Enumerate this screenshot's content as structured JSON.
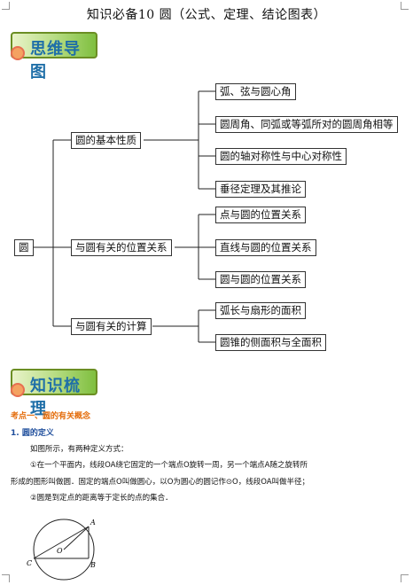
{
  "title": "知识必备10 圆（公式、定理、结论图表）",
  "banner1": "思维导图",
  "banner2": "知识梳理",
  "mindmap": {
    "root": "圆",
    "branches": [
      {
        "label": "圆的基本性质",
        "children": [
          "弧、弦与圆心角",
          "圆周角、同弧或等弧所对的圆周角相等",
          "圆的轴对称性与中心对称性",
          "垂径定理及其推论"
        ]
      },
      {
        "label": "与圆有关的位置关系",
        "children": [
          "点与圆的位置关系",
          "直线与圆的位置关系",
          "圆与圆的位置关系"
        ]
      },
      {
        "label": "与圆有关的计算",
        "children": [
          "弧长与扇形的面积",
          "圆锥的侧面积与全面积"
        ]
      }
    ]
  },
  "section": {
    "heading": "考点一、圆的有关概念",
    "subheading": "1.  圆的定义",
    "lines": [
      "如图所示，有两种定义方式：",
      "①在一个平面内，线段OA绕它固定的一个端点O旋转一周，另一个端点A随之旋转所",
      "形成的图形叫做圆．固定的端点O叫做圆心，以O为圆心的圆记作⊙O，线段OA叫做半径；",
      "②圆是到定点的距离等于定长的点的集合．"
    ]
  },
  "figure": {
    "labels": [
      "A",
      "O",
      "B",
      "C"
    ]
  }
}
